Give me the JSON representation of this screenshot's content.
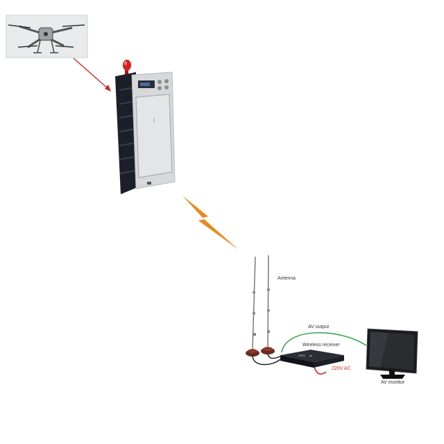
{
  "labels": {
    "antenna": "Antenna",
    "av_output": "AV output",
    "wireless_receiver": "Wireless receiver",
    "power": "220V AC",
    "av_monitor": "AV monitor"
  },
  "colors": {
    "arrow": "#cc2222",
    "lightning": "#e8891e",
    "av_cable": "#3aa655",
    "power_cable": "#d22222"
  },
  "icons": [
    "drone-icon",
    "transmitter-icon",
    "lightning-icon",
    "antenna-icon",
    "receiver-icon",
    "monitor-icon"
  ]
}
